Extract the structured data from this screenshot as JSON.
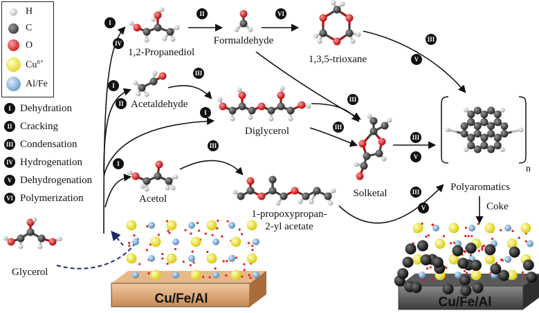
{
  "legend": {
    "atoms": [
      {
        "label": "H",
        "color": "#c8c8c8"
      },
      {
        "label": "C",
        "color": "#4a4a4a"
      },
      {
        "label": "O",
        "color": "#d81e1e"
      },
      {
        "label": "Cu",
        "sup": "n+",
        "color": "#f0e82a"
      },
      {
        "label": "Al/Fe",
        "color": "#6fa3c8"
      }
    ]
  },
  "steps": [
    {
      "badge": "I",
      "label": "Dehydration"
    },
    {
      "badge": "II",
      "label": "Cracking"
    },
    {
      "badge": "III",
      "label": "Condensation"
    },
    {
      "badge": "IV",
      "label": "Hydrogenation"
    },
    {
      "badge": "V",
      "label": "Dehydrogenation"
    },
    {
      "badge": "VI",
      "label": "Polymerization"
    }
  ],
  "molecules": {
    "propanediol": "1,2-Propanediol",
    "formaldehyde": "Formaldehyde",
    "trioxane": "1,3,5-trioxane",
    "acetaldehyde": "Acetaldehyde",
    "diglycerol": "Diglycerol",
    "solketal": "Solketal",
    "polyaromatics": "Polyaromatics",
    "acetol": "Acetol",
    "propoxypropan_line1": "1-propoxypropan-",
    "propoxypropan_line2": "2-yl acetate",
    "glycerol": "Glycerol"
  },
  "polymer_subscript": "n",
  "coke_label": "Coke",
  "catalyst_fresh": "Cu/Fe/Al",
  "catalyst_coked": "Cu/Fe/Al",
  "map_badges": {
    "I_top": "I",
    "IV": "IV",
    "II_top": "II",
    "VI": "VI",
    "III_tri": "III",
    "V_tri": "V",
    "I_acet": "I",
    "II_acet": "II",
    "III_acet": "III",
    "I_digly": "I",
    "III_form": "III",
    "III_digly": "III",
    "III_poly": "III",
    "V_poly": "V",
    "I_acetol": "I",
    "III_acetol": "III",
    "III_propox": "III",
    "V_propox": "V"
  }
}
